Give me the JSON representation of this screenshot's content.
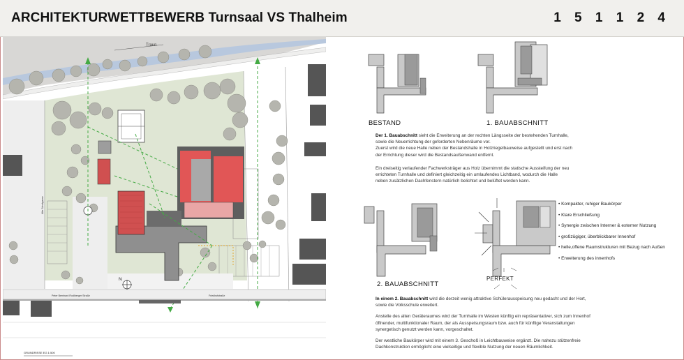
{
  "header": {
    "title": "ARCHITEKTURWETTBEWERB Turnsaal VS Thalheim",
    "code": "1 5 1 1 2 4"
  },
  "site_plan": {
    "river_label": "Traun",
    "street_label": "Peter Bernhard Rodlberger Straße",
    "street_label_right": "Friedhofstraße",
    "side_street_label": "Alte Schulgasse",
    "plan_label": "GRUNDRISSE EG   1:500",
    "north_label": "N"
  },
  "diagrams": {
    "bestand": "BESTAND",
    "phase1": "1. BAUABSCHNITT",
    "phase2": "2. BAUABSCHNITT",
    "perfekt": "PERFEKT"
  },
  "text_phase1": {
    "p1_bold": "Der 1. Bauabschnitt",
    "p1_l1": " sieht die Erweiterung an der rechten Längsseite der bestehenden Turnhalle,",
    "p1_l2": "sowie die Neuerrichtung der geforderten Nebenräume vor.",
    "p1_l3": "Zuerst wird die neue Halle neben der Bestandshalle in Holzriegelbauweise aufgestellt und erst nach",
    "p1_l4": "der Errichtung dieser wird die Bestandsaußenwand  entfernt.",
    "p2_l1": "Ein dreiseitig verlaufender Fachwerksträger aus Holz übernimmt die statische Aussteifung der neu",
    "p2_l2": "errichteten Turnhalle und definiert gleichzeitig ein umlaufendes Lichtband, wodurch die Halle",
    "p2_l3": "neben zusätzlichen Dachfenstern natürlich belichtet und belüftet werden kann."
  },
  "bullets": [
    "• Kompakter, ruhiger Baukörper",
    "• Klare Erschließung",
    "• Synergie zwischen Interner & externer Nutzung",
    "• großzügiger, überblickbarer  Innenhof",
    "• helle,offene Raumstrukturen mit Bezug nach Außen",
    "• Erweiterung des innenhofs"
  ],
  "text_phase2": {
    "p1_bold": "In einem 2. Bauabschnitt",
    "p1_l1": " wird die derzeit wenig attraktive Schülerausspeisung neu gedacht und der Hort,",
    "p1_l2": "sowie die Volksschule erweitert.",
    "p2_l1": "Anstelle des alten Geräteraumes wird der Turnhalle im Westen künftig ein repräsentativer, sich zum Innenhof",
    "p2_l2": "öffnender, multifunktionaler Raum, der als Ausspeisungsraum bzw. auch für künftige Veranstaltungen",
    "p2_l3": "synergetisch genutzt werden kann, vorgeschaltet.",
    "p3_l1": "Der westliche Baukörper wird mit einem 3. Geschoß in Leichtbauweise ergänzt. Die nahezu stützenfreie",
    "p3_l2": "Dachkonstruktion ermöglicht eine vielseitige und flexible Nutzung der neuen Räumlichkeit."
  }
}
